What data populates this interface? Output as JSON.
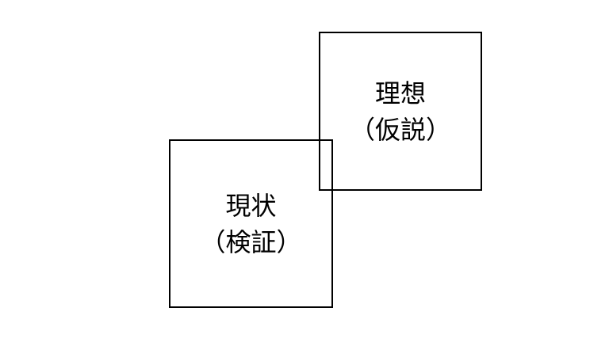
{
  "diagram": {
    "background_color": "#ffffff",
    "line_color": "#000000",
    "text_color": "#000000",
    "boxes": [
      {
        "id": "ideal",
        "line1": "理想",
        "line2": "（仮説）"
      },
      {
        "id": "current",
        "line1": "現状",
        "line2": "（検証）"
      }
    ]
  }
}
